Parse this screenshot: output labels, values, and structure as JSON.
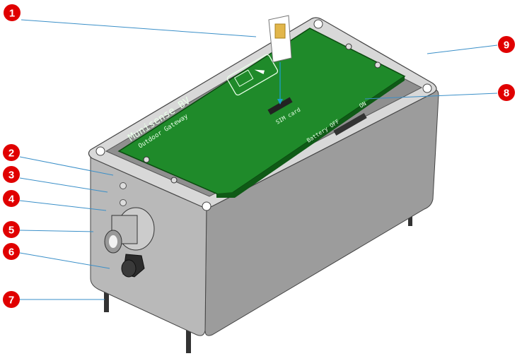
{
  "colors": {
    "callout": "#e00000",
    "leader": "#3a8fc8",
    "pcb": "#1f8a2a",
    "enclosure": "#a9a9a9"
  },
  "board": {
    "brand": "Munisense BV",
    "product": "Outdoor Gateway",
    "sim_label": "SIM card",
    "battery_label": "Battery OFF",
    "on_label": "ON"
  },
  "callouts": [
    "1",
    "2",
    "3",
    "4",
    "5",
    "6",
    "7",
    "8",
    "9"
  ]
}
